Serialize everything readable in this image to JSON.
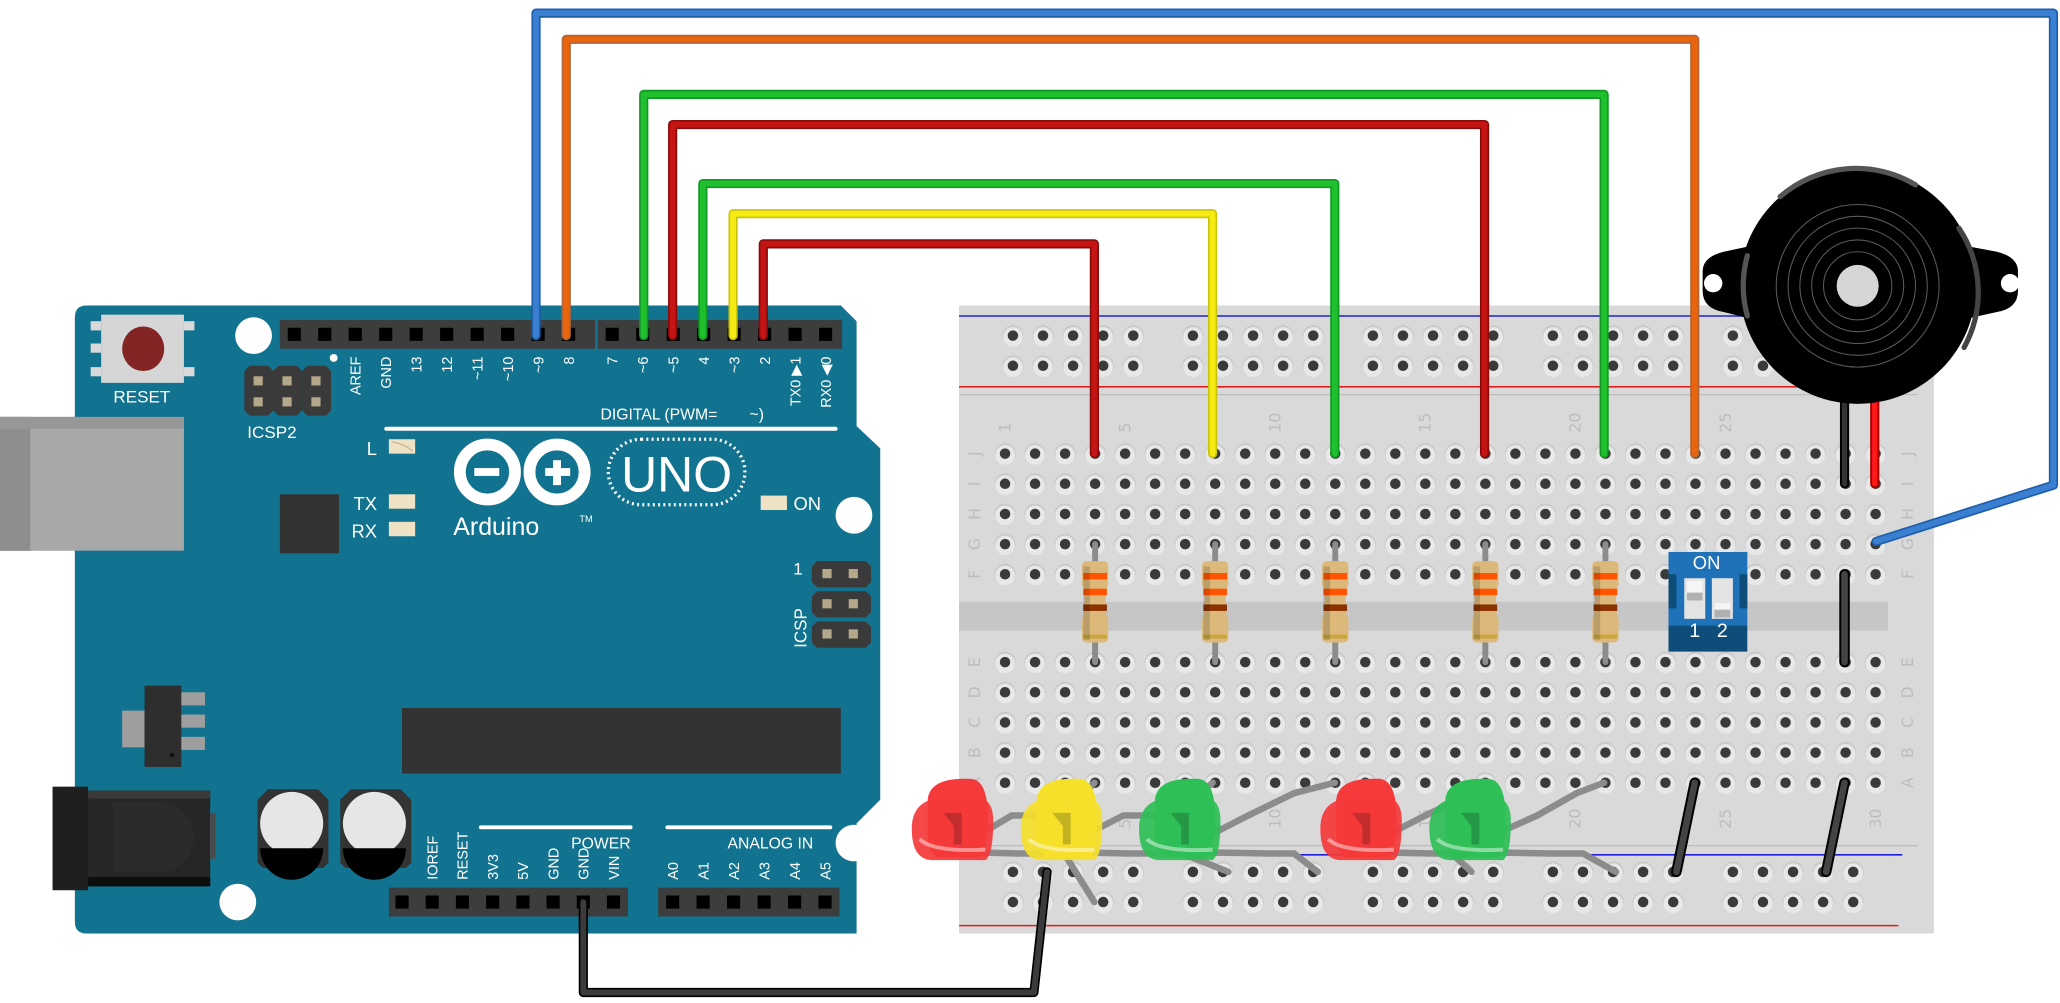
{
  "board": {
    "name": "Arduino",
    "model": "UNO",
    "trademark": "TM",
    "reset_label": "RESET",
    "icsp2_label": "ICSP2",
    "icsp_label": "ICSP",
    "icsp_pin1_label": "1",
    "led_labels": {
      "l": "L",
      "tx": "TX",
      "rx": "RX",
      "on": "ON"
    },
    "digital_header_label": "DIGITAL (PWM=",
    "pwm_symbol": "~)",
    "digital_pins_left": [
      "AREF",
      "GND",
      "13",
      "12",
      "~11",
      "~10",
      "~9",
      "8"
    ],
    "digital_pins_right": [
      "7",
      "~6",
      "~5",
      "4",
      "~3",
      "2",
      "TX0 ▶1",
      "RX0 ◀0"
    ],
    "power_header_label": "POWER",
    "power_pins": [
      "IOREF",
      "RESET",
      "3V3",
      "5V",
      "GND",
      "GND",
      "VIN"
    ],
    "analog_header_label": "ANALOG IN",
    "analog_pins": [
      "A0",
      "A1",
      "A2",
      "A3",
      "A4",
      "A5"
    ],
    "colors": {
      "pcb": "#11738f",
      "header": "#3a3a3a",
      "silk": "#ffffff"
    }
  },
  "breadboard": {
    "column_labels_top": [
      "1",
      "5",
      "10",
      "15",
      "20",
      "25"
    ],
    "column_labels_bottom": [
      "5",
      "10",
      "15",
      "20",
      "25",
      "30"
    ],
    "row_labels_top": [
      "J",
      "I",
      "H",
      "G",
      "F"
    ],
    "row_labels_bottom": [
      "E",
      "D",
      "C",
      "B",
      "A"
    ],
    "colors": {
      "body": "#d9d9d9",
      "rail_negative": "#1f1fd6",
      "rail_positive": "#e31e1e"
    }
  },
  "dip_switch": {
    "on_label": "ON",
    "switch_labels": [
      "1",
      "2"
    ],
    "switch_states": [
      "on",
      "off"
    ],
    "color": "#1f72b8"
  },
  "wires": [
    {
      "name": "wire-pin9-blue",
      "from": "~9",
      "to": "breadboard G30 area",
      "color": "#3a7fd1"
    },
    {
      "name": "wire-pin8-orange",
      "from": "8",
      "to": "J24",
      "color": "#e8650e"
    },
    {
      "name": "wire-pin6-green",
      "from": "~6",
      "to": "J21",
      "color": "#1fbf2e"
    },
    {
      "name": "wire-pin5-red",
      "from": "~5",
      "to": "J17",
      "color": "#c41414"
    },
    {
      "name": "wire-pin4-green",
      "from": "4",
      "to": "J12",
      "color": "#1fbf2e"
    },
    {
      "name": "wire-pin3-yellow",
      "from": "~3",
      "to": "J8",
      "color": "#f5ea12"
    },
    {
      "name": "wire-pin2-red",
      "from": "2",
      "to": "J4",
      "color": "#c41414"
    },
    {
      "name": "wire-gnd-black",
      "from": "GND",
      "to": "negative rail",
      "color": "#3b3b3b"
    }
  ],
  "resistors": [
    {
      "column": 4,
      "bands": [
        "#ff5500",
        "#ff5500",
        "#8a3300",
        "#c9a63a"
      ]
    },
    {
      "column": 8,
      "bands": [
        "#ff5500",
        "#ff5500",
        "#8a3300",
        "#c9a63a"
      ]
    },
    {
      "column": 12,
      "bands": [
        "#ff5500",
        "#ff5500",
        "#8a3300",
        "#c9a63a"
      ]
    },
    {
      "column": 17,
      "bands": [
        "#ff5500",
        "#ff5500",
        "#8a3300",
        "#c9a63a"
      ]
    },
    {
      "column": 21,
      "bands": [
        "#ff5500",
        "#ff5500",
        "#8a3300",
        "#c9a63a"
      ]
    }
  ],
  "leds": [
    {
      "color_name": "red",
      "color": "#f43a3a"
    },
    {
      "color_name": "yellow",
      "color": "#f5e02a"
    },
    {
      "color_name": "green",
      "color": "#2fbf57"
    },
    {
      "color_name": "red",
      "color": "#f43a3a"
    },
    {
      "color_name": "green",
      "color": "#2fbf57"
    }
  ],
  "buzzer": {
    "color": "#000000"
  }
}
